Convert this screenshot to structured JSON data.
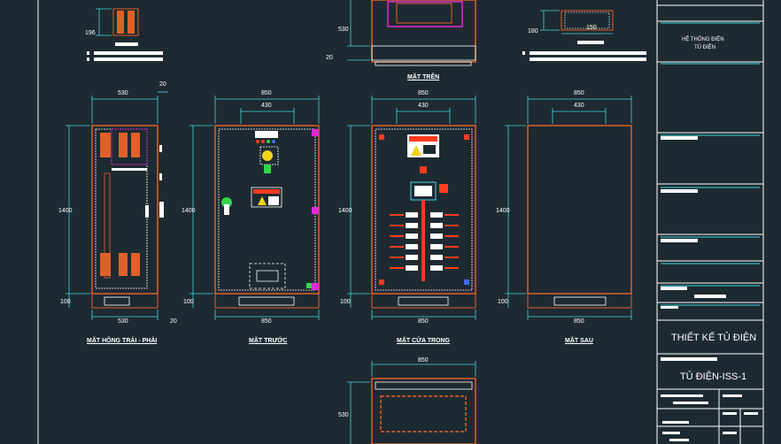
{
  "colors": {
    "background": "#1e2a31",
    "frame": "#ffffff",
    "dimension": "#3fd6e0",
    "cabinet": "#e0602a",
    "inner": "#ffffff",
    "accent_red": "#ff3b1f",
    "magenta": "#e02ad6",
    "green": "#33d64a",
    "yellow": "#f1d21a",
    "gray": "#9aa0a6"
  },
  "dimensions": {
    "d196": "196",
    "d530": "530",
    "d20": "20",
    "d180": "180",
    "d150": "150",
    "d850": "850",
    "d430": "430",
    "d1400": "1400",
    "d100": "100"
  },
  "views": {
    "top": "MẶT TRÊN",
    "side": "MẶT HÔNG TRÁI - PHẢI",
    "front": "MẶT TRƯỚC",
    "inner_door": "MẶT CỬA TRONG",
    "back": "MẶT SAU"
  },
  "title_block": {
    "system_line1": "HỆ THỐNG ĐIỆN",
    "system_line2": "TỦ ĐIỆN",
    "drawing_title": "THIẾT KẾ TỦ ĐIỆN",
    "drawing_code": "TỦ ĐIỆN-ISS-1"
  },
  "icons": {
    "warning": "warning-triangle-icon",
    "handle": "door-handle-icon"
  }
}
